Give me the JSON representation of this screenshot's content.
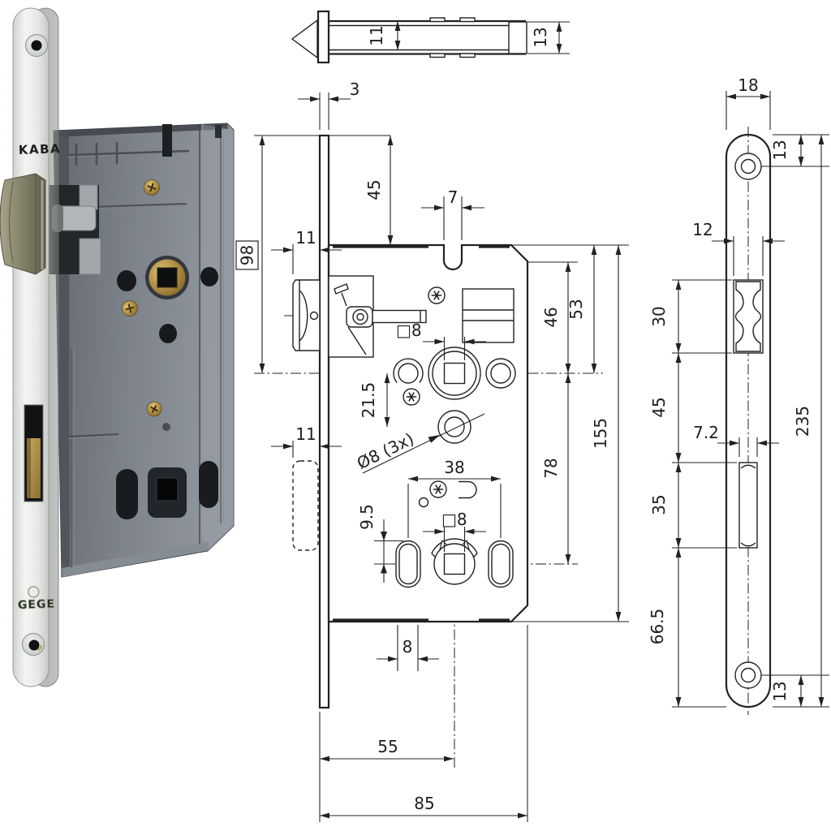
{
  "photo": {
    "brand_faceplate_top": "KABA",
    "brand_faceplate_bottom": "GEGE"
  },
  "top_view": {
    "dim_case_inner_width": "11",
    "dim_case_outer_width": "13"
  },
  "front_view": {
    "dim_faceplate_thickness": "3",
    "dim_plate_top_to_case": "45",
    "dim_notch_width": "7",
    "dim_latch_protrusion": "11",
    "dim_plate_top_to_spindle_boxed": "98",
    "dim_case_top_to_spindle": "53",
    "dim_step_to_spindle": "46",
    "dim_spindle_square": "□8",
    "dim_spindle_to_hole": "21.5",
    "dim_hole_diameter_note": "Ø8 (3x)",
    "dim_deadbolt_throw": "11",
    "dim_oval_hole_spacing": "38",
    "dim_oval_hole_half": "9.5",
    "dim_wc_square": "□8",
    "dim_spindle_to_wc": "78",
    "dim_case_height": "155",
    "dim_oval_hole_width": "8",
    "dim_backset": "55",
    "dim_case_depth": "85"
  },
  "side_view": {
    "dim_plate_width": "18",
    "dim_top_to_screw": "13",
    "dim_latch_cutout_width": "12",
    "dim_latch_cutout_height": "30",
    "dim_latch_to_bolt_cutout": "45",
    "dim_bolt_cutout_width": "7.2",
    "dim_bolt_cutout_height": "35",
    "dim_bolt_cutout_to_end": "66.5",
    "dim_screw_to_end": "13",
    "dim_plate_length": "235"
  }
}
